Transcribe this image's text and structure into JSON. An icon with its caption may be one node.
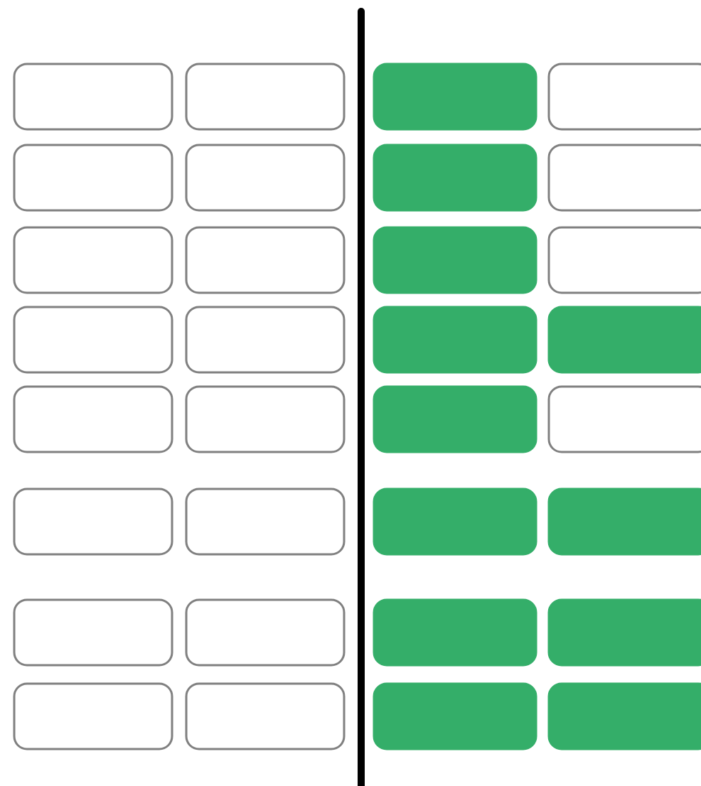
{
  "diagram": {
    "nodes": [
      {
        "text": [],
        "shape": "box"
      },
      {
        "text": [],
        "shape": "box"
      },
      {
        "text": [],
        "shape": "box"
      },
      {
        "text": [],
        "shape": "box"
      },
      {
        "text": [],
        "shape": "box"
      },
      {
        "text": [],
        "shape": "box"
      },
      {
        "text": [],
        "shape": "box"
      },
      {
        "text": [],
        "shape": "box"
      },
      {
        "text": [],
        "shape": "box"
      },
      {
        "text": [],
        "shape": "box"
      },
      {
        "text": [],
        "shape": "box"
      },
      {
        "text": [],
        "shape": "box"
      },
      {
        "text": [],
        "shape": "box"
      },
      {
        "text": [],
        "shape": "box"
      },
      {
        "text": [],
        "shape": "box"
      },
      {
        "text": [],
        "shape": "box"
      },
      {
        "text": [],
        "shape": "box"
      },
      {
        "text": [],
        "shape": "box"
      },
      {
        "text": [],
        "shape": "box"
      },
      {
        "text": [],
        "shape": "box"
      },
      {
        "text": [],
        "shape": "box"
      },
      {
        "text": [],
        "shape": "box"
      },
      {
        "text": [],
        "shape": "box"
      },
      {
        "text": [],
        "shape": "box"
      },
      {
        "text": [],
        "shape": "box"
      },
      {
        "text": [],
        "shape": "box"
      },
      {
        "text": [],
        "shape": "box"
      },
      {
        "text": [],
        "shape": "box"
      },
      {
        "text": [],
        "shape": "box"
      },
      {
        "text": [],
        "shape": "box"
      },
      {
        "text": [],
        "shape": "box"
      },
      {
        "text": [],
        "shape": "box"
      }
    ]
  }
}
